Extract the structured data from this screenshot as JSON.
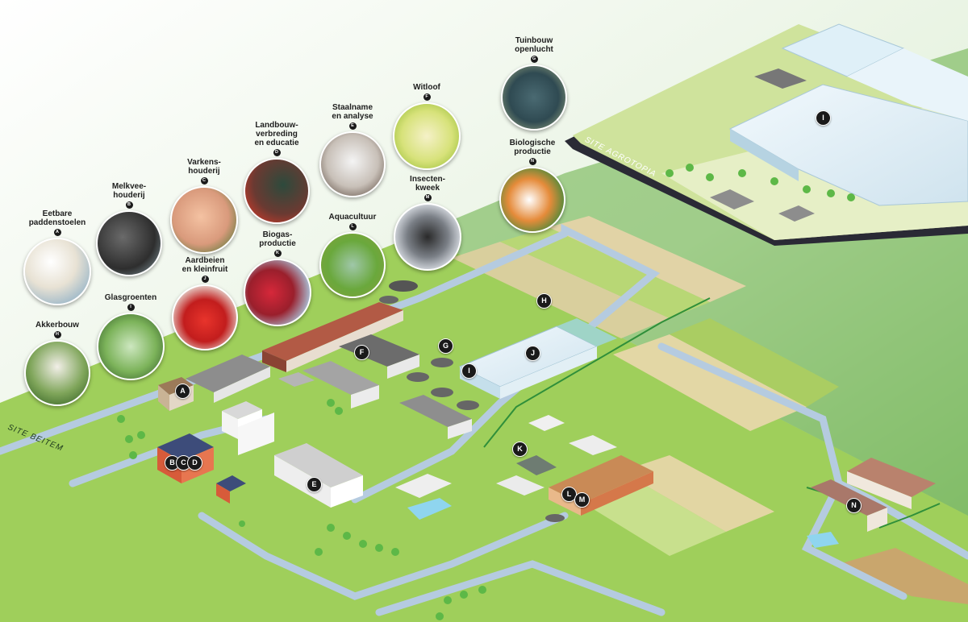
{
  "sites": {
    "beitem": "SITE BEITEM",
    "agrotopia": "SITE AGROTOPIA"
  },
  "pois": [
    {
      "id": "A",
      "label": "Eetbare\npaddenstoelen",
      "photo": "mushrooms"
    },
    {
      "id": "B",
      "label": "Melkvee-\nhouderij",
      "photo": "cow"
    },
    {
      "id": "C",
      "label": "Varkens-\nhouderij",
      "photo": "pigs"
    },
    {
      "id": "D",
      "label": "Landbouw-\nverbreding\nen educatie",
      "photo": "shop-chalkboard"
    },
    {
      "id": "E",
      "label": "Staalname\nen analyse",
      "photo": "lab"
    },
    {
      "id": "F",
      "label": "Witloof",
      "photo": "chicory"
    },
    {
      "id": "G",
      "label": "Tuinbouw\nopenlucht",
      "photo": "leek-field"
    },
    {
      "id": "H",
      "label": "Akkerbouw",
      "photo": "arable-farmer"
    },
    {
      "id": "I",
      "label": "Glasgroenten",
      "photo": "hydroponics"
    },
    {
      "id": "J",
      "label": "Aardbeien\nen kleinfruit",
      "photo": "strawberries"
    },
    {
      "id": "K",
      "label": "Biogas-\nproductie",
      "photo": "biogas"
    },
    {
      "id": "L",
      "label": "Aquacultuur",
      "photo": "fish"
    },
    {
      "id": "M",
      "label": "Insecten-\nkweek",
      "photo": "insect"
    },
    {
      "id": "N",
      "label": "Biologische\nproductie",
      "photo": "organic-box"
    }
  ],
  "map_markers": [
    "A",
    "B",
    "C",
    "D",
    "E",
    "F",
    "G",
    "H",
    "I",
    "J",
    "K",
    "L",
    "M",
    "N",
    "I"
  ],
  "colors": {
    "grass": "#9fcf5b",
    "field_dark": "#88bf45",
    "road": "#b5cbe0",
    "building_roof_red": "#b25a45",
    "building_roof_grey": "#7c7c7c",
    "greenhouse": "#dff0f7",
    "marker": "#1a1a1a",
    "sky_green": "#cfe5c7"
  }
}
